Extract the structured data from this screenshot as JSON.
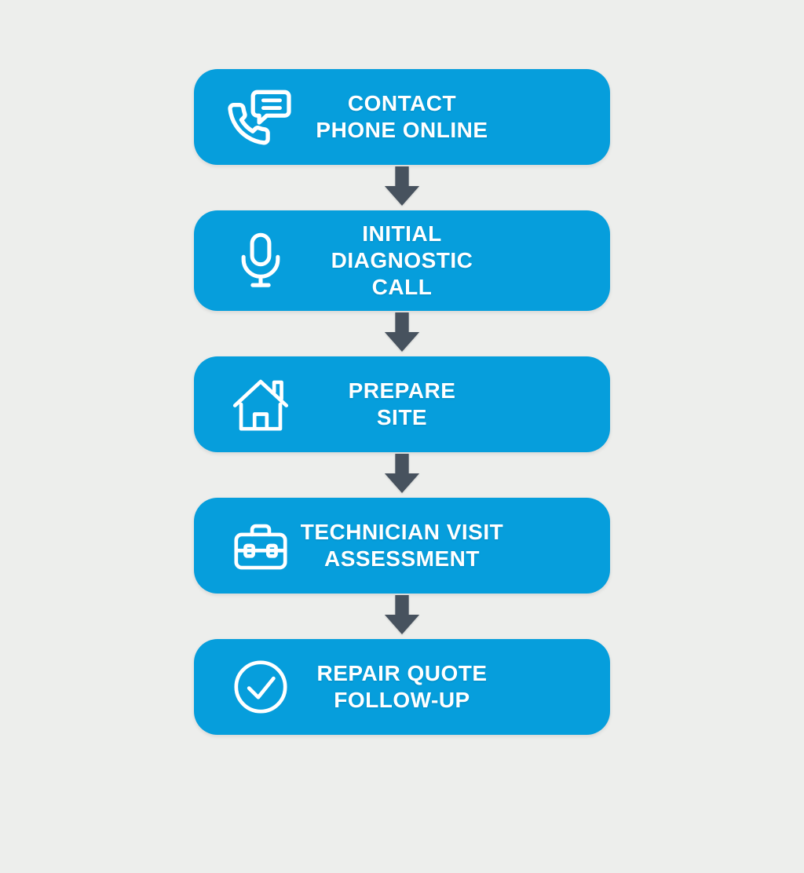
{
  "page": {
    "background_color": "#EDEEEC"
  },
  "flow": {
    "accent_color": "#069EDC",
    "arrow_color": "#47525E",
    "text_color": "#FFFFFF",
    "steps": [
      {
        "icon": "phone-chat-icon",
        "lines": [
          "CONTACT",
          "PHONE ONLINE"
        ]
      },
      {
        "icon": "microphone-icon",
        "lines": [
          "INITIAL",
          "DIAGNOSTIC",
          "CALL"
        ]
      },
      {
        "icon": "house-icon",
        "lines": [
          "PREPARE",
          "SITE"
        ]
      },
      {
        "icon": "toolbox-icon",
        "lines": [
          "TECHNICIAN VISIT",
          "ASSESSMENT"
        ]
      },
      {
        "icon": "check-circle-icon",
        "lines": [
          "REPAIR QUOTE",
          "FOLLOW-UP"
        ]
      }
    ]
  }
}
